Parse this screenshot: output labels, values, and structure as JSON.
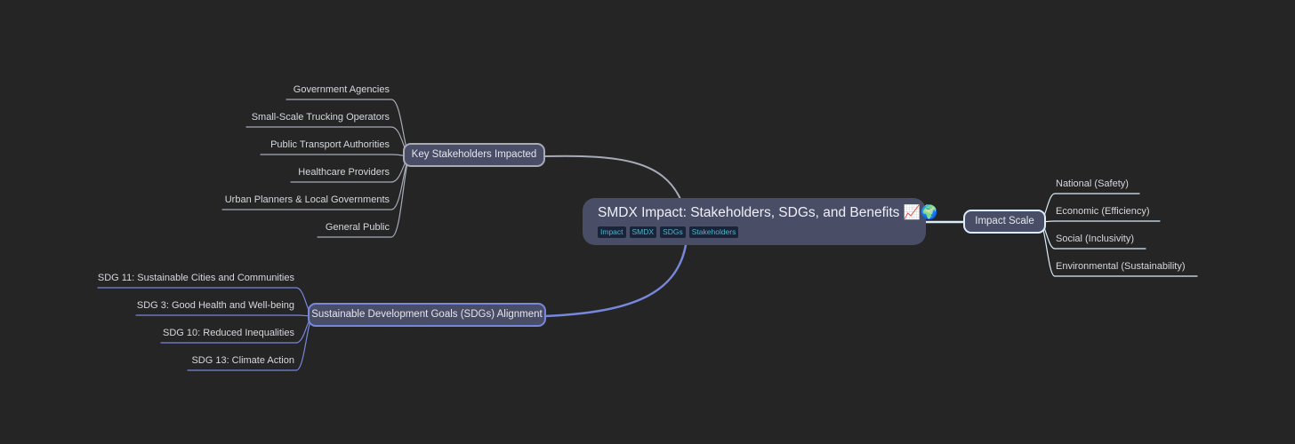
{
  "root": {
    "title": "SMDX Impact: Stakeholders, SDGs, and Benefits 📈🌍",
    "tags": [
      "Impact",
      "SMDX",
      "SDGs",
      "Stakeholders"
    ]
  },
  "branches": {
    "stakeholders": {
      "label": "Key Stakeholders Impacted",
      "items": [
        "Government Agencies",
        "Small-Scale Trucking Operators",
        "Public Transport Authorities",
        "Healthcare Providers",
        "Urban Planners & Local Governments",
        "General Public"
      ]
    },
    "sdgs": {
      "label": "Sustainable Development Goals (SDGs) Alignment",
      "items": [
        "SDG 11: Sustainable Cities and Communities",
        "SDG 3: Good Health and Well-being",
        "SDG 10: Reduced Inequalities",
        "SDG 13: Climate Action"
      ]
    },
    "scale": {
      "label": "Impact Scale",
      "items": [
        "National (Safety)",
        "Economic (Efficiency)",
        "Social (Inclusivity)",
        "Environmental (Sustainability)"
      ]
    }
  },
  "colors": {
    "background": "#252525",
    "node_fill": "#4a4d66",
    "stakeholders_line": "#a7aab7",
    "sdgs_line": "#7787dc",
    "scale_line": "#d9ecf9",
    "tag_text": "#4fb3c9"
  }
}
